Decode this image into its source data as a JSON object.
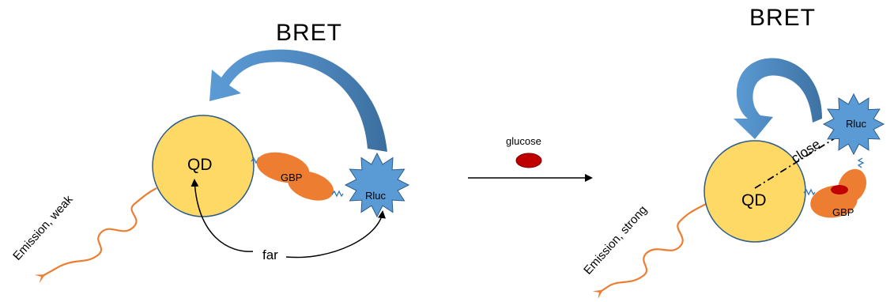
{
  "left_panel": {
    "bret_label": "BRET",
    "qd_label": "QD",
    "gbp_label": "GBP",
    "rluc_label": "Rluc",
    "distance_label": "far",
    "emission_label": "Emission, weak"
  },
  "reaction": {
    "reagent_label": "glucose"
  },
  "right_panel": {
    "bret_label": "BRET",
    "qd_label": "QD",
    "gbp_label": "GBP",
    "rluc_label": "Rluc",
    "distance_label": "close",
    "emission_label": "Emission, strong"
  },
  "colors": {
    "qd_fill": "#FFD966",
    "qd_stroke": "#2E5C8A",
    "gbp_fill": "#ED7D31",
    "rluc_fill": "#5B9BD5",
    "bret_arrow_light": "#5B9BD5",
    "bret_arrow_dark": "#3B6E9E",
    "emission_wave": "#ED7D31",
    "glucose_fill": "#C00000"
  }
}
